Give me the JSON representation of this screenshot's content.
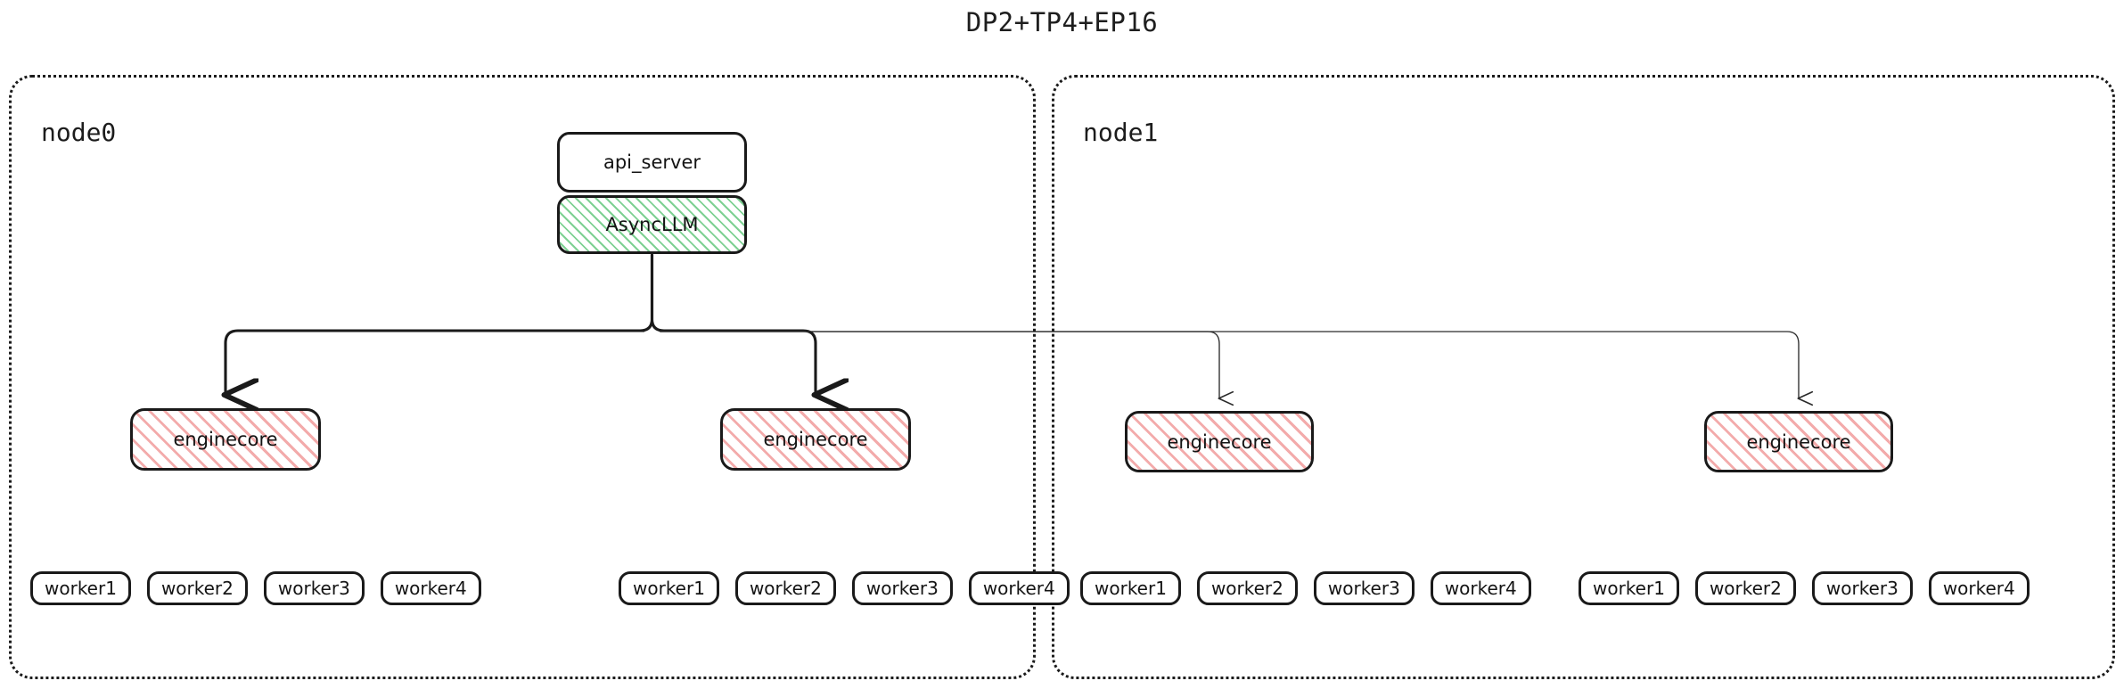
{
  "title": "DP2+TP4+EP16",
  "colors": {
    "stroke": "#1a1a1a",
    "hatch_green": "#67c980",
    "hatch_red": "#f09696",
    "background": "#ffffff"
  },
  "nodes": [
    {
      "id": "node0",
      "label": "node0",
      "stack": [
        {
          "name": "api_server",
          "label": "api_server",
          "fill": "white"
        },
        {
          "name": "async_llm",
          "label": "AsyncLLM",
          "fill": "hatch-green"
        }
      ],
      "enginecores": [
        {
          "label": "enginecore",
          "fill": "hatch-red"
        },
        {
          "label": "enginecore",
          "fill": "hatch-red"
        }
      ],
      "worker_groups": [
        {
          "workers": [
            "worker1",
            "worker2",
            "worker3",
            "worker4"
          ]
        },
        {
          "workers": [
            "worker1",
            "worker2",
            "worker3",
            "worker4"
          ]
        }
      ]
    },
    {
      "id": "node1",
      "label": "node1",
      "stack": [],
      "enginecores": [
        {
          "label": "enginecore",
          "fill": "hatch-red"
        },
        {
          "label": "enginecore",
          "fill": "hatch-red"
        }
      ],
      "worker_groups": [
        {
          "workers": [
            "worker1",
            "worker2",
            "worker3",
            "worker4"
          ]
        },
        {
          "workers": [
            "worker1",
            "worker2",
            "worker3",
            "worker4"
          ]
        }
      ]
    }
  ],
  "edges": [
    {
      "from": "async_llm",
      "to": "enginecore-0",
      "style": "bold"
    },
    {
      "from": "async_llm",
      "to": "enginecore-1",
      "style": "bold"
    },
    {
      "from": "async_llm",
      "to": "enginecore-2",
      "style": "thin"
    },
    {
      "from": "async_llm",
      "to": "enginecore-3",
      "style": "thin"
    }
  ]
}
